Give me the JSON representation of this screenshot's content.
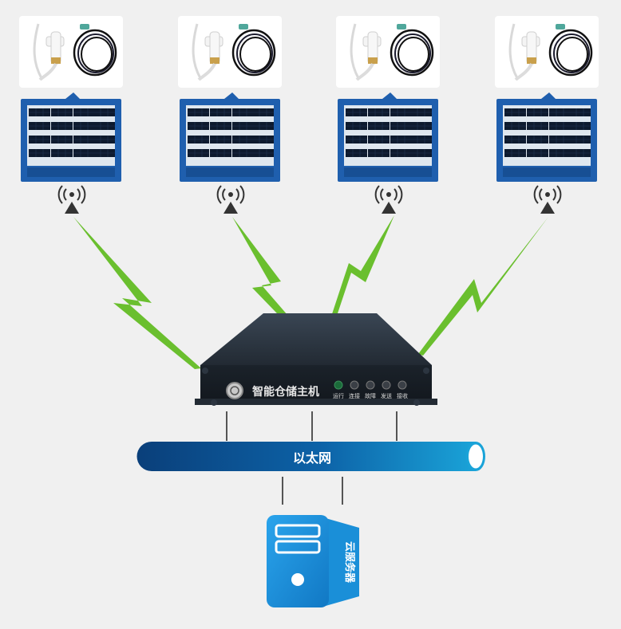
{
  "nodes": [
    {
      "id": "node-1"
    },
    {
      "id": "node-2"
    },
    {
      "id": "node-3"
    },
    {
      "id": "node-4"
    }
  ],
  "host": {
    "name": "智能仓储主机",
    "indicators": [
      "运行",
      "连接",
      "故障",
      "发送",
      "接收"
    ]
  },
  "network": {
    "label": "以太网"
  },
  "server": {
    "label": "云服务器"
  },
  "colors": {
    "background": "#f0f0f0",
    "lightning": "#6abf2e",
    "ethernet_dark": "#0a3f7a",
    "ethernet_light": "#1aa3d8",
    "server": "#1a8fd8",
    "panel_frame": "#1f5fae",
    "host_body": "#1f2730"
  }
}
